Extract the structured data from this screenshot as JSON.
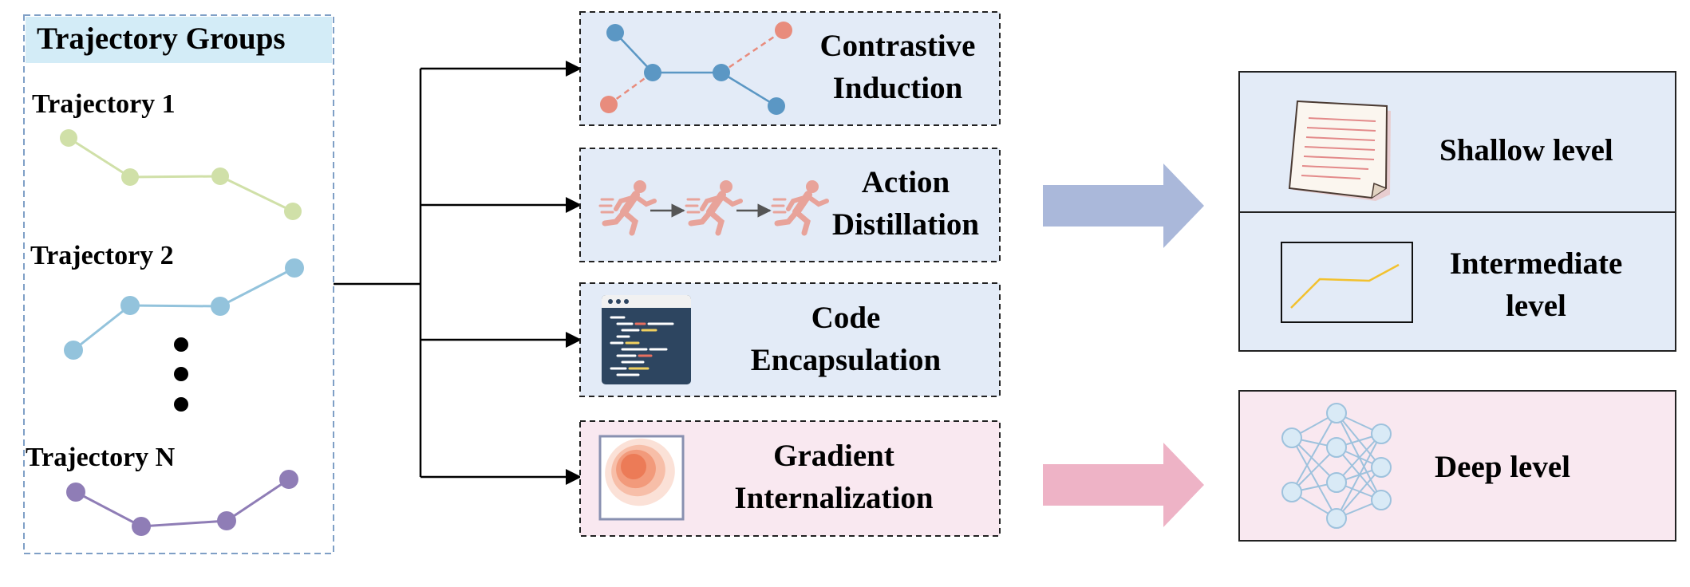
{
  "colors": {
    "group_border": "#7f9fc6",
    "group_header_bg": "#d3ecf7",
    "blue_box_bg": "#e3ebf7",
    "pink_box_bg": "#f9e8f0",
    "dashed_border": "#222222",
    "traj1": "#d0e0a8",
    "traj2": "#93c3dc",
    "trajN": "#8f7db6",
    "node_blue": "#5b97c4",
    "node_red": "#e88c7d",
    "runner": "#e8a39a",
    "arrow_blue": "#aab8da",
    "arrow_pink": "#eeb3c6",
    "network": "#9ec2dd"
  },
  "trajectory_groups": {
    "title": "Trajectory Groups",
    "items": [
      {
        "label": "Trajectory 1"
      },
      {
        "label": "Trajectory 2"
      },
      {
        "label": "Trajectory N"
      }
    ]
  },
  "methods": [
    {
      "line1": "Contrastive",
      "line2": "Induction",
      "icon": "graph-contrast-icon"
    },
    {
      "line1": "Action",
      "line2": "Distillation",
      "icon": "running-figures-icon"
    },
    {
      "line1": "Code",
      "line2": "Encapsulation",
      "icon": "code-window-icon"
    },
    {
      "line1": "Gradient",
      "line2": "Internalization",
      "icon": "heatmap-icon"
    }
  ],
  "levels": {
    "shallow": "Shallow level",
    "intermediate_line1": "Intermediate",
    "intermediate_line2": "level",
    "deep": "Deep level"
  }
}
